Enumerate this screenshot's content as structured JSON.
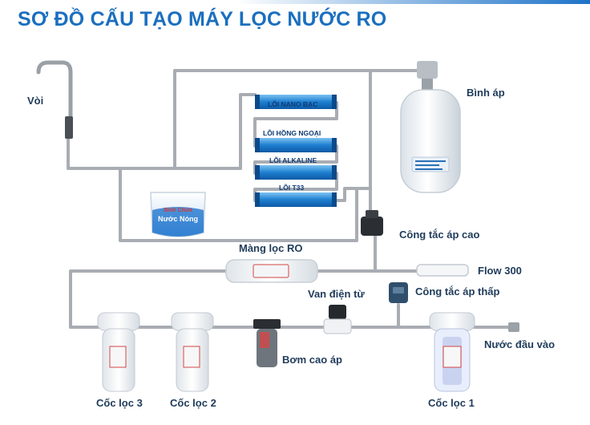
{
  "title": "SƠ ĐỒ CẤU TẠO MÁY LỌC NƯỚC RO",
  "labels": {
    "voi": "Vòi",
    "binh_ap": "Bình áp",
    "cong_tac_ap_cao": "Công tắc áp cao",
    "mang_loc_ro": "Màng lọc RO",
    "flow": "Flow 300",
    "van_dien_tu": "Van điện từ",
    "cong_tac_ap_thap": "Công tắc áp thấp",
    "nuoc_dau_vao": "Nước đầu vào",
    "bom_cao_ap": "Bơm cao áp",
    "coc_loc_3": "Cốc lọc 3",
    "coc_loc_2": "Cốc lọc 2",
    "coc_loc_1": "Cốc lọc 1"
  },
  "filters": {
    "nano_bac": "LÕI NANO BẠC",
    "hong_ngoai": "LÕI HỒNG NGOẠI",
    "alkaline": "LÕI ALKALINE",
    "t33": "LÕI T33"
  },
  "tank": {
    "line1": "Bình Chứa",
    "line2": "Nước Nóng"
  },
  "colors": {
    "title": "#1b6fbf",
    "pipe": "#a9adb3",
    "filter_blue": "#1e7fd0",
    "label": "#1f3b5a"
  }
}
